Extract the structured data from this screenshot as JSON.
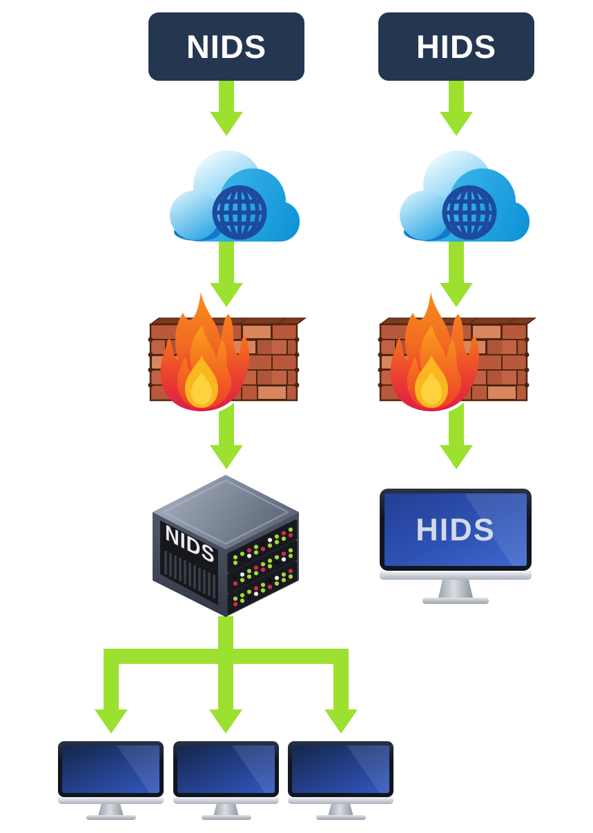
{
  "columns": {
    "nids": {
      "label": "NIDS",
      "server_label": "NIDS"
    },
    "hids": {
      "label": "HIDS",
      "monitor_label": "HIDS"
    }
  },
  "icons": {
    "cloud": "internet-cloud-icon",
    "globe": "globe-icon",
    "firewall": "firewall-brick-flame-icon",
    "server": "nids-server-rack-icon",
    "monitor": "desktop-monitor-icon",
    "arrow": "down-arrow-icon"
  },
  "colors": {
    "label_bg": "#243650",
    "label_text": "#FDFDFD",
    "arrow_green": "#9CE030",
    "cloud_blue": "#2BA9E6",
    "globe_navy": "#1D4A9C",
    "brick": "#B8593B",
    "brick_outline": "#4E2510",
    "flame_orange": "#F78E1D",
    "flame_red": "#DE1D47",
    "flame_yellow": "#FCD23E",
    "server_top": "#9AA3B4",
    "server_face": "#17181C",
    "led_green": "#A4D937",
    "led_red": "#D62C4A",
    "screen_blue": "#2E52B4",
    "screen_text": "#D3DAE8",
    "bezel": "#10151F",
    "stand_silver": "#AEB6BF"
  }
}
